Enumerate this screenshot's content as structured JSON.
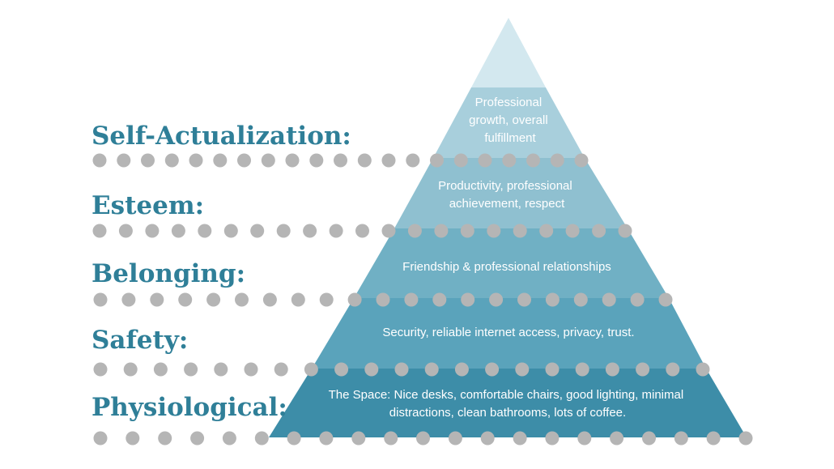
{
  "colors": {
    "label": "#2f7f98",
    "dot": "#b5b5b5",
    "apex": "#d3e8ef",
    "tier_1": "#a8cfdc",
    "tier_2": "#8fc0d0",
    "tier_3": "#70b0c4",
    "tier_4": "#5aa3bb",
    "tier_5": "#3d8da8"
  },
  "levels": [
    {
      "label": "Self-Actualization:",
      "lines": [
        "Professional",
        "growth, overall",
        "fulfillment"
      ]
    },
    {
      "label": "Esteem:",
      "lines": [
        "Productivity, professional",
        "achievement, respect"
      ]
    },
    {
      "label": "Belonging:",
      "lines": [
        "Friendship & professional relationships"
      ]
    },
    {
      "label": "Safety:",
      "lines": [
        "Security, reliable internet access, privacy, trust."
      ]
    },
    {
      "label": "Physiological:",
      "lines": [
        "The Space: Nice desks, comfortable chairs, good lighting, minimal",
        "distractions, clean bathrooms, lots of coffee."
      ]
    }
  ]
}
